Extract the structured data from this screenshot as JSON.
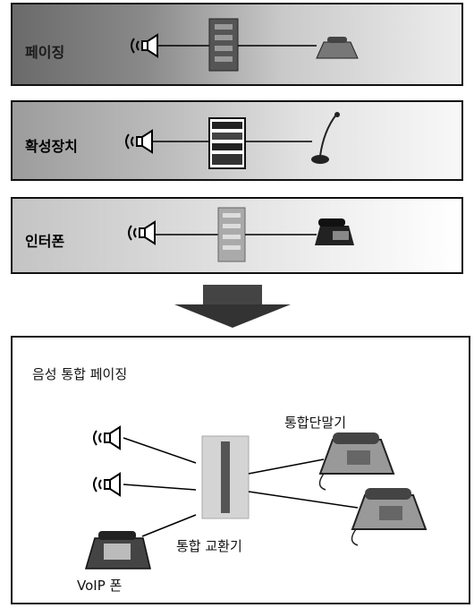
{
  "panels": [
    {
      "label": "페이징"
    },
    {
      "label": "확성장치"
    },
    {
      "label": "인터폰"
    }
  ],
  "integrated": {
    "title": "음성 통합 페이징",
    "terminal_label": "통합단말기",
    "switch_label": "통합 교환기",
    "voip_label": "VoIP 폰"
  }
}
